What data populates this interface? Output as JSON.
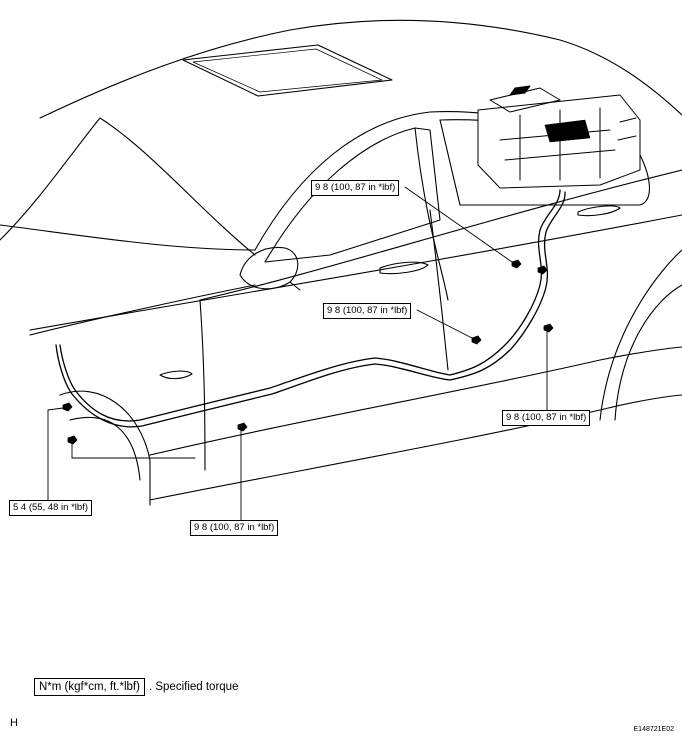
{
  "callouts": [
    "9 8 (100, 87 in *lbf)",
    "9 8 (100, 87 in *lbf)",
    "9 8 (100, 87 in *lbf)",
    "9 8 (100, 87 in *lbf)",
    "5 4 (55, 48 in *lbf)"
  ],
  "legend": {
    "unit": "N*m (kgf*cm, ft.*lbf)",
    "description": ". Specified torque"
  },
  "footer": {
    "left": "H",
    "right": "E148721E02"
  }
}
